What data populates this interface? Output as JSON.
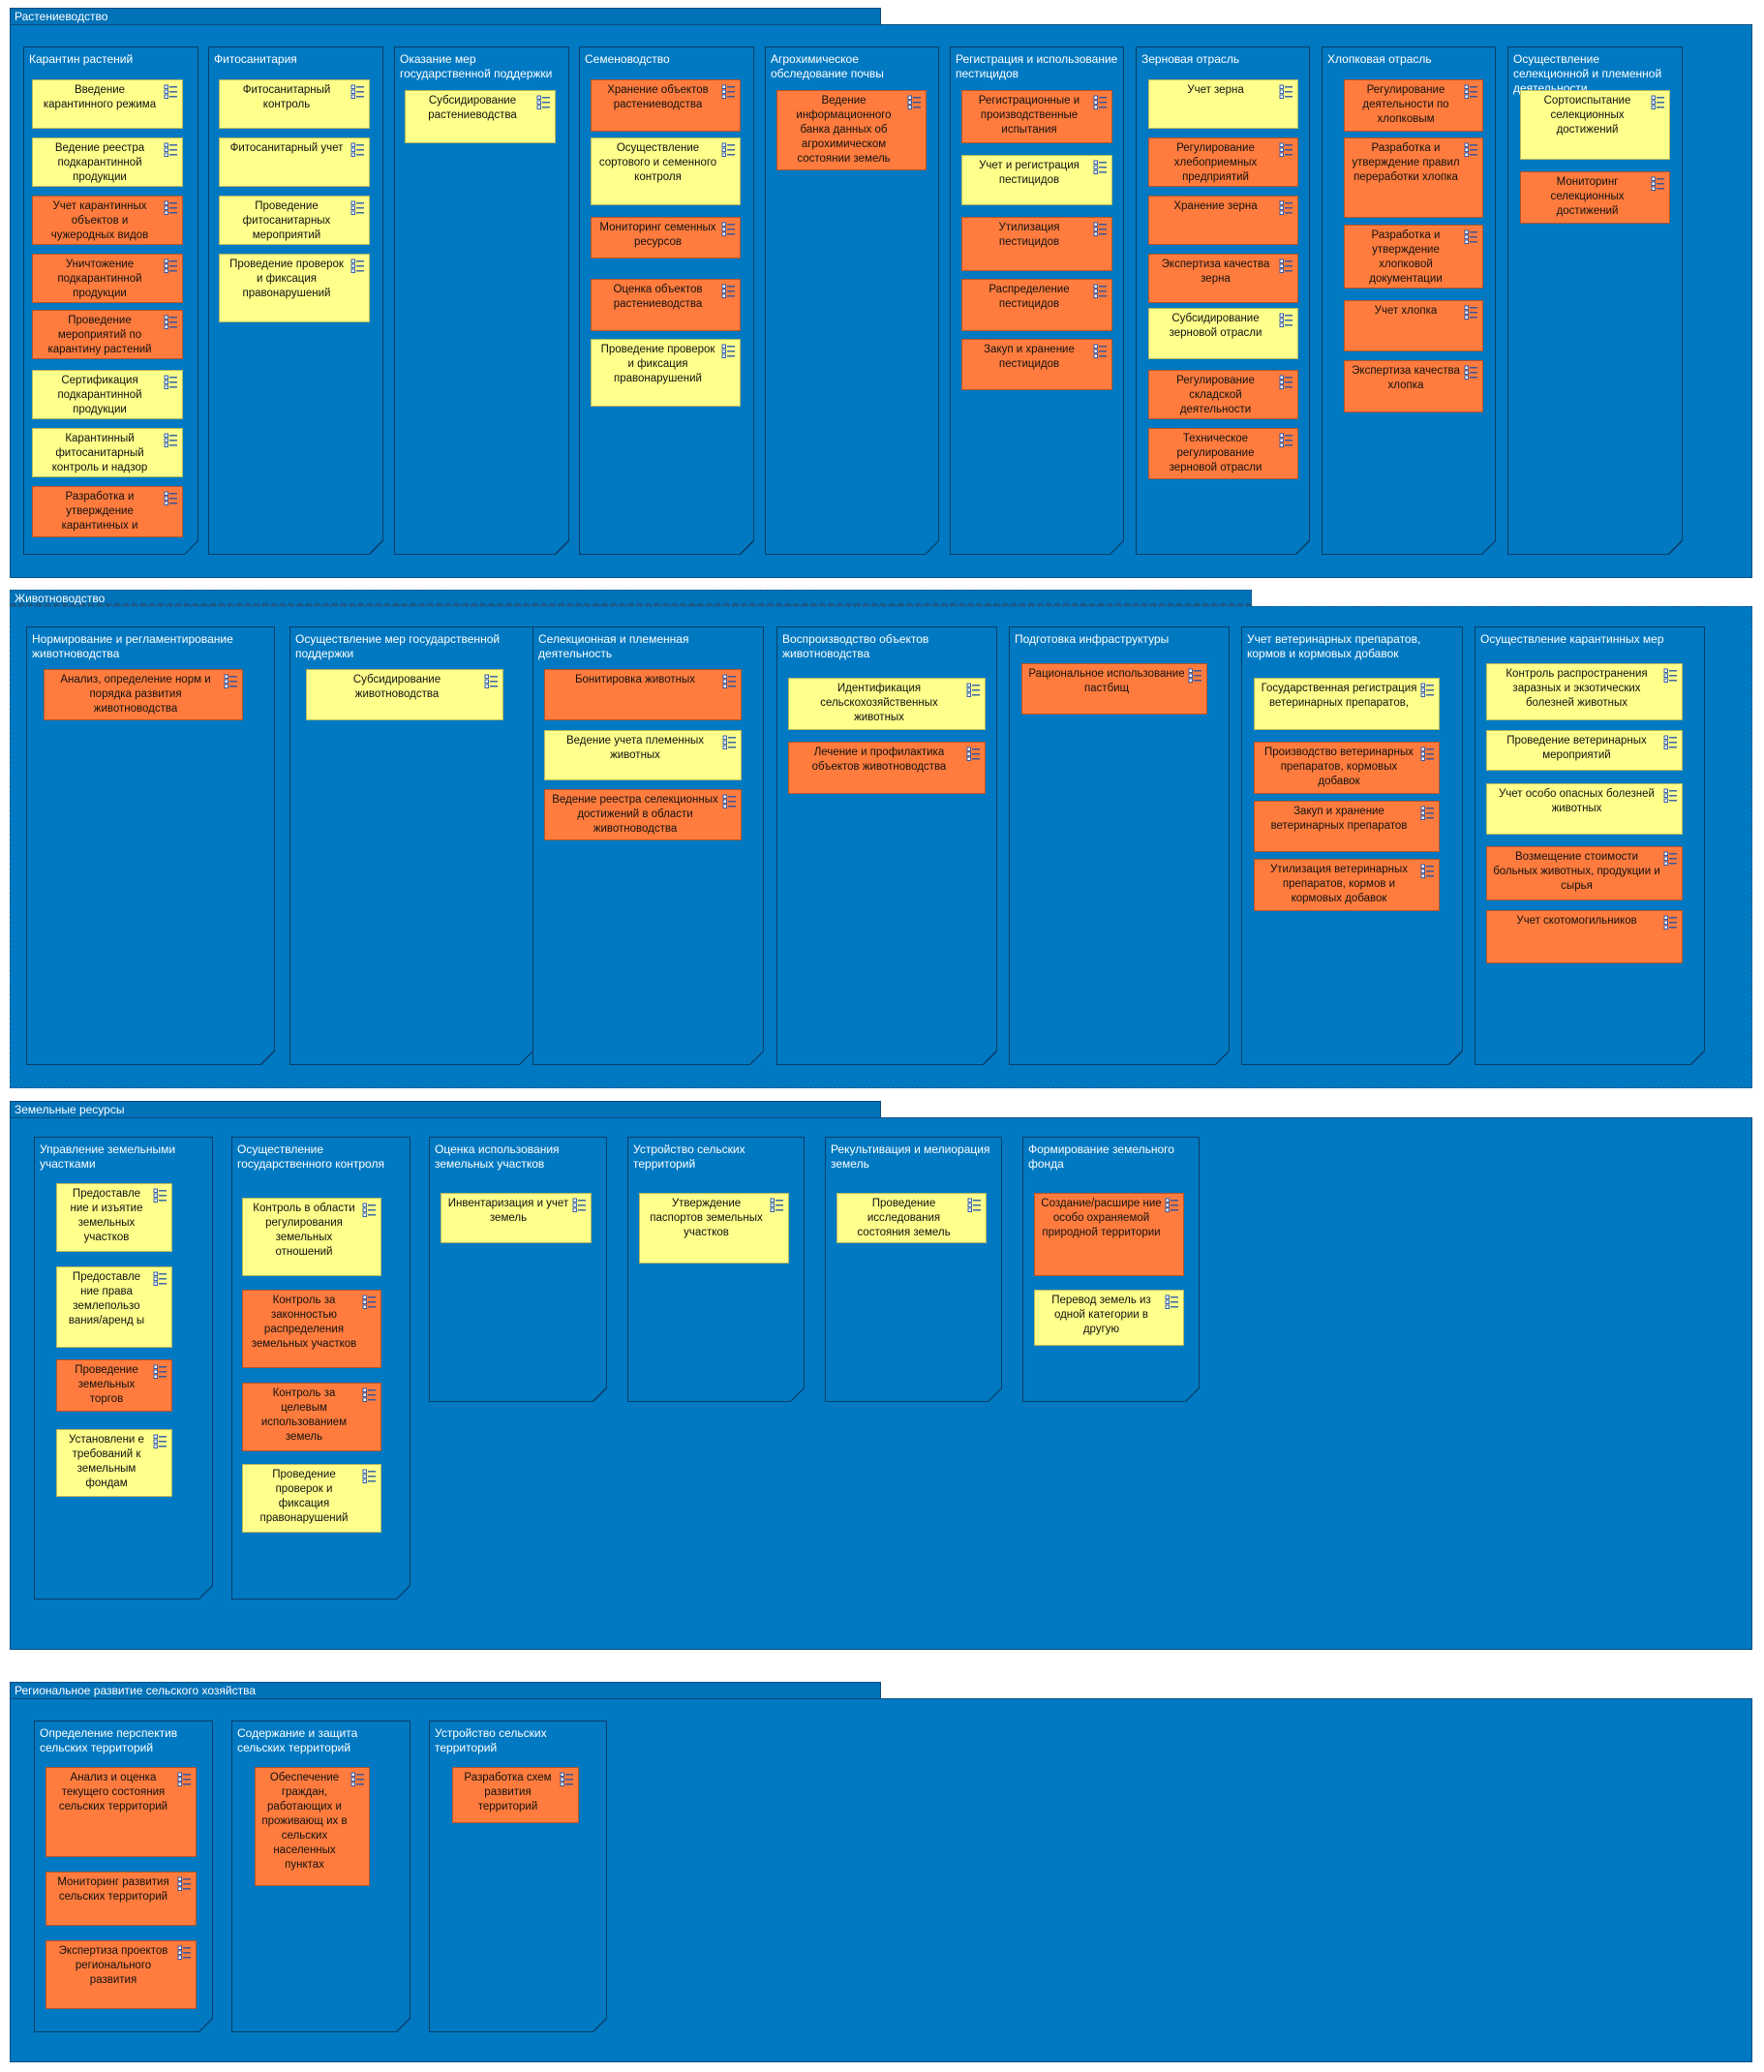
{
  "sections": [
    {
      "title": "Растениеводство",
      "groups": [
        {
          "title": "Карантин растений",
          "items": [
            {
              "label": "Введение карантинного режима",
              "status": "y"
            },
            {
              "label": "Ведение реестра подкарантинной продукции",
              "status": "y"
            },
            {
              "label": "Учет карантинных объектов и чужеродных видов",
              "status": "o"
            },
            {
              "label": "Уничтожение подкарантинной продукции",
              "status": "o"
            },
            {
              "label": "Проведение мероприятий по карантину растений",
              "status": "o"
            },
            {
              "label": "Сертификация подкарантинной продукции",
              "status": "y"
            },
            {
              "label": "Карантинный фитосанитарный контроль и надзор",
              "status": "y"
            },
            {
              "label": "Разработка и утверждение карантинных и",
              "status": "o"
            }
          ]
        },
        {
          "title": "Фитосанитария",
          "items": [
            {
              "label": "Фитосанитарный контроль",
              "status": "y"
            },
            {
              "label": "Фитосанитарный учет",
              "status": "y"
            },
            {
              "label": "Проведение фитосанитарных мероприятий",
              "status": "y"
            },
            {
              "label": "Проведение проверок и фиксация правонарушений",
              "status": "y"
            }
          ]
        },
        {
          "title": "Оказание мер государственной поддержки",
          "items": [
            {
              "label": "Субсидирование растениеводства",
              "status": "y"
            }
          ]
        },
        {
          "title": "Семеноводство",
          "items": [
            {
              "label": "Хранение объектов растениеводства",
              "status": "o"
            },
            {
              "label": "Осуществление сортового и семенного контроля",
              "status": "y"
            },
            {
              "label": "Мониторинг семенных ресурсов",
              "status": "o"
            },
            {
              "label": "Оценка объектов растениеводства",
              "status": "o"
            },
            {
              "label": "Проведение проверок и фиксация правонарушений",
              "status": "y"
            }
          ]
        },
        {
          "title": "Агрохимическое обследование почвы",
          "items": [
            {
              "label": "Ведение информационного банка данных об агрохимическом состоянии земель",
              "status": "o"
            }
          ]
        },
        {
          "title": "Регистрация и использование пестицидов",
          "items": [
            {
              "label": "Регистрационные и производственные испытания",
              "status": "o"
            },
            {
              "label": "Учет и регистрация пестицидов",
              "status": "y"
            },
            {
              "label": "Утилизация пестицидов",
              "status": "o"
            },
            {
              "label": "Распределение пестицидов",
              "status": "o"
            },
            {
              "label": "Закуп и хранение пестицидов",
              "status": "o"
            }
          ]
        },
        {
          "title": "Зерновая отрасль",
          "items": [
            {
              "label": "Учет зерна",
              "status": "y"
            },
            {
              "label": "Регулирование хлебоприемных предприятий",
              "status": "o"
            },
            {
              "label": "Хранение зерна",
              "status": "o"
            },
            {
              "label": "Экспертиза качества зерна",
              "status": "o"
            },
            {
              "label": "Субсидирование зерновой отрасли",
              "status": "y"
            },
            {
              "label": "Регулирование складской деятельности",
              "status": "o"
            },
            {
              "label": "Техническое регулирование зерновой отрасли",
              "status": "o"
            }
          ]
        },
        {
          "title": "Хлопковая отрасль",
          "items": [
            {
              "label": "Регулирование деятельности по хлопковым",
              "status": "o"
            },
            {
              "label": "Разработка и утверждение правил переработки хлопка",
              "status": "o"
            },
            {
              "label": "Разработка и утверждение хлопковой документации",
              "status": "o"
            },
            {
              "label": "Учет хлопка",
              "status": "o"
            },
            {
              "label": "Экспертиза качества хлопка",
              "status": "o"
            }
          ]
        },
        {
          "title": "Осуществление селекционной и племенной деятельности",
          "items": [
            {
              "label": "Сортоиспытание селекционных достижений",
              "status": "y"
            },
            {
              "label": "Мониторинг селекционных достижений",
              "status": "o"
            }
          ]
        }
      ]
    },
    {
      "title": "Животноводство",
      "groups": [
        {
          "title": "Нормирование и регламентирование животноводства",
          "items": [
            {
              "label": "Анализ, определение норм и порядка развития животноводства",
              "status": "o"
            }
          ]
        },
        {
          "title": "Осуществление мер государственной поддержки",
          "items": [
            {
              "label": "Субсидирование животноводства",
              "status": "y"
            }
          ]
        },
        {
          "title": "Селекционная и племенная деятельность",
          "items": [
            {
              "label": "Бонитировка животных",
              "status": "o"
            },
            {
              "label": "Ведение учета племенных животных",
              "status": "y"
            },
            {
              "label": "Ведение реестра селекционных достижений в области животноводства",
              "status": "o"
            }
          ]
        },
        {
          "title": "Воспроизводство объектов животноводства",
          "items": [
            {
              "label": "Идентификация сельскохозяйственных животных",
              "status": "y"
            },
            {
              "label": "Лечение и профилактика объектов животноводства",
              "status": "o"
            }
          ]
        },
        {
          "title": "Подготовка инфраструктуры",
          "items": [
            {
              "label": "Рациональное использование пастбищ",
              "status": "o"
            }
          ]
        },
        {
          "title": "Учет ветеринарных препаратов, кормов и кормовых добавок",
          "items": [
            {
              "label": "Государственная регистрация ветеринарных препаратов,",
              "status": "y"
            },
            {
              "label": "Производство ветеринарных препаратов, кормовых добавок",
              "status": "o"
            },
            {
              "label": "Закуп и хранение ветеринарных препаратов",
              "status": "o"
            },
            {
              "label": "Утилизация ветеринарных препаратов, кормов и кормовых добавок",
              "status": "o"
            }
          ]
        },
        {
          "title": "Осуществление карантинных мер",
          "items": [
            {
              "label": "Контроль распространения заразных и экзотических болезней животных",
              "status": "y"
            },
            {
              "label": "Проведение ветеринарных мероприятий",
              "status": "y"
            },
            {
              "label": "Учет особо опасных болезней животных",
              "status": "y"
            },
            {
              "label": "Возмещение стоимости больных животных, продукции и сырья",
              "status": "o"
            },
            {
              "label": "Учет скотомогильников",
              "status": "o"
            }
          ]
        }
      ]
    },
    {
      "title": "Земельные ресурсы",
      "groups": [
        {
          "title": "Управление земельными участками",
          "items": [
            {
              "label": "Предоставле ние и изъятие земельных участков",
              "status": "y"
            },
            {
              "label": "Предоставле ние права землепользо вания/аренд ы",
              "status": "y"
            },
            {
              "label": "Проведение земельных торгов",
              "status": "o"
            },
            {
              "label": "Установлени е требований к земельным фондам",
              "status": "y"
            }
          ]
        },
        {
          "title": "Осуществление государственного контроля",
          "items": [
            {
              "label": "Контроль в области регулирования земельных отношений",
              "status": "y"
            },
            {
              "label": "Контроль за законностью распределения земельных участков",
              "status": "o"
            },
            {
              "label": "Контроль за целевым использованием земель",
              "status": "o"
            },
            {
              "label": "Проведение проверок и фиксация правонарушений",
              "status": "y"
            }
          ]
        },
        {
          "title": "Оценка использования земельных участков",
          "items": [
            {
              "label": "Инвентаризация и учет земель",
              "status": "y"
            }
          ]
        },
        {
          "title": "Устройство сельских территорий",
          "items": [
            {
              "label": "Утверждение паспортов земельных участков",
              "status": "y"
            }
          ]
        },
        {
          "title": "Рекультивация и мелиорация земель",
          "items": [
            {
              "label": "Проведение исследования состояния земель",
              "status": "y"
            }
          ]
        },
        {
          "title": "Формирование земельного фонда",
          "items": [
            {
              "label": "Создание/расшире ние особо охраняемой природной территории",
              "status": "o"
            },
            {
              "label": "Перевод земель из одной категории в другую",
              "status": "y"
            }
          ]
        }
      ]
    },
    {
      "title": "Региональное развитие сельского хозяйства",
      "groups": [
        {
          "title": "Определение перспектив сельских территорий",
          "items": [
            {
              "label": "Анализ и оценка текущего состояния сельских территорий",
              "status": "o"
            },
            {
              "label": "Мониторинг развития сельских территорий",
              "status": "o"
            },
            {
              "label": "Экспертиза проектов регионального развития",
              "status": "o"
            }
          ]
        },
        {
          "title": "Содержание и защита сельских территорий",
          "items": [
            {
              "label": "Обеспечение граждан, работающих и проживающ их в сельских населенных пунктах",
              "status": "o"
            }
          ]
        },
        {
          "title": "Устройство сельских территорий",
          "items": [
            {
              "label": "Разработка схем развития территорий",
              "status": "o"
            }
          ]
        }
      ]
    }
  ]
}
